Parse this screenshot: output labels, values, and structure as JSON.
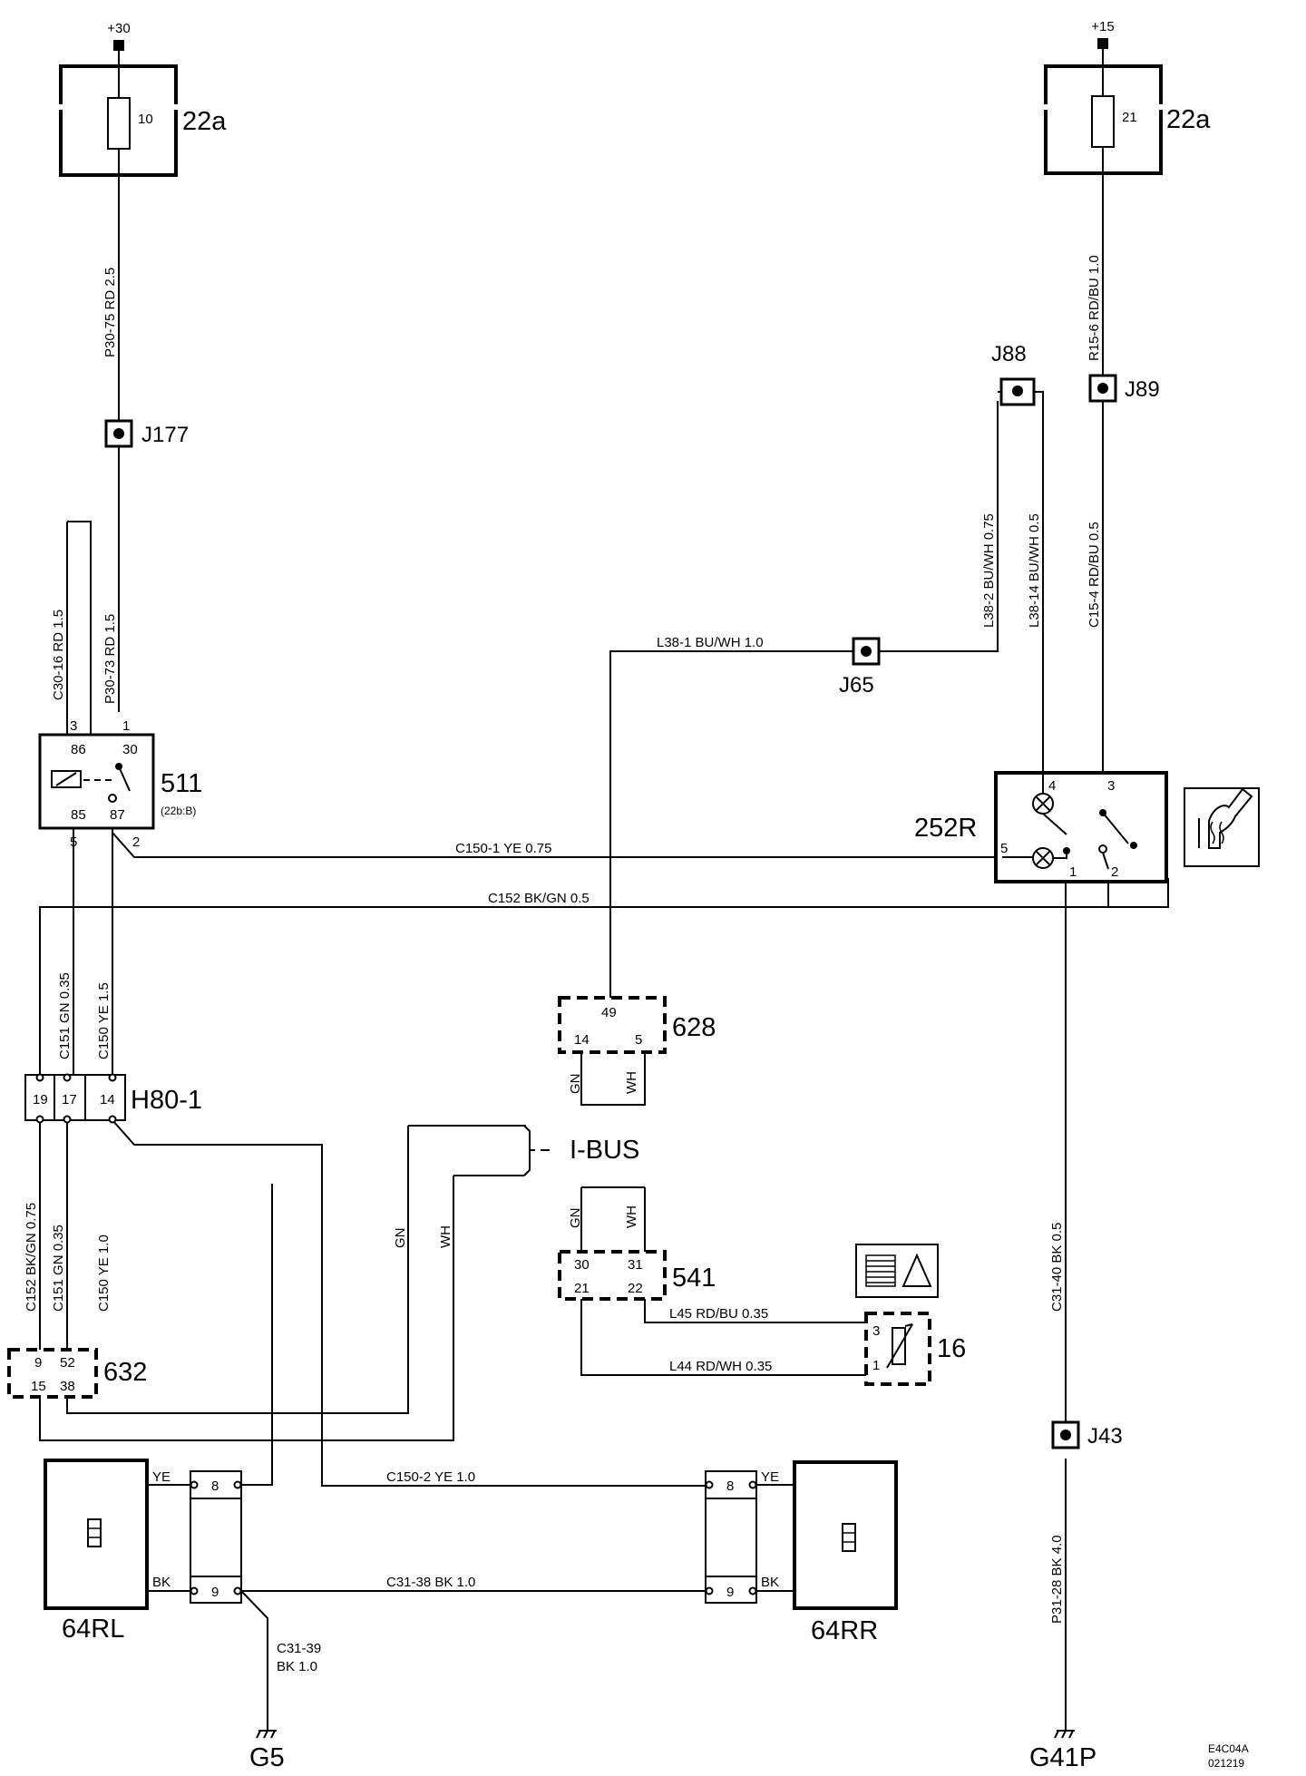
{
  "supplies": {
    "left": "+30",
    "right": "+15"
  },
  "fuses": {
    "left": {
      "number": "10",
      "label": "22a"
    },
    "right": {
      "number": "21",
      "label": "22a"
    }
  },
  "junctions": {
    "j177": "J177",
    "j88": "J88",
    "j89": "J89",
    "j65": "J65",
    "j43": "J43"
  },
  "relay": {
    "label": "511",
    "sublabel": "(22b:B)",
    "pins": {
      "p86": "86",
      "p30": "30",
      "p85": "85",
      "p87": "87",
      "c3": "3",
      "c1": "1",
      "c5": "5",
      "c2": "2"
    }
  },
  "switch": {
    "label": "252R",
    "pins": {
      "p4": "4",
      "p3": "3",
      "p5": "5",
      "p1": "1",
      "p2": "2"
    }
  },
  "connector_h80": {
    "label": "H80-1",
    "pins": [
      "19",
      "17",
      "14"
    ]
  },
  "module_628": {
    "label": "628",
    "pins": {
      "p49": "49",
      "p14": "14",
      "p5": "5"
    }
  },
  "module_541": {
    "label": "541",
    "pins": {
      "p30": "30",
      "p31": "31",
      "p21": "21",
      "p22": "22"
    }
  },
  "module_632": {
    "label": "632",
    "pins": {
      "p9": "9",
      "p52": "52",
      "p15": "15",
      "p38": "38"
    }
  },
  "sensor_16": {
    "label": "16",
    "pins": {
      "p3": "3",
      "p1": "1"
    }
  },
  "ibus": {
    "label": "I-BUS",
    "gn": "GN",
    "wh": "WH"
  },
  "heaters": {
    "rl": "64RL",
    "rr": "64RR",
    "pin8": "8",
    "pin9": "9",
    "ye": "YE",
    "bk": "BK"
  },
  "grounds": {
    "g5": "G5",
    "g41p": "G41P"
  },
  "wires": {
    "p30_75": "P30-75  RD  2.5",
    "r15_6": "R15-6  RD/BU  1.0",
    "c30_16": "C30-16  RD  1.5",
    "p30_73": "P30-73  RD  1.5",
    "l38_2": "L38-2  BU/WH  0.75",
    "l38_14": "L38-14  BU/WH  0.5",
    "c15_4": "C15-4  RD/BU  0.5",
    "l38_1": "L38-1   BU/WH   1.0",
    "c150_1": "C150-1  YE   0.75",
    "c152": "C152  BK/GN  0.5",
    "c151_upper": "C151  GN  0.35",
    "c150_upper": "C150  YE  1.5",
    "c152_lower": "C152  BK/GN  0.75",
    "c151_lower": "C151  GN  0.35",
    "c150_lower": "C150  YE  1.0",
    "l45": "L45   RD/BU   0.35",
    "l44": "L44   RD/WH   0.35",
    "c31_40": "C31-40  BK  0.5",
    "p31_28": "P31-28  BK  4.0",
    "c150_2": "C150-2   YE    1.0",
    "c31_38": "C31-38   BK    1.0",
    "c31_39_a": "C31-39",
    "c31_39_b": "BK  1.0"
  },
  "footer": {
    "code": "E4C04A",
    "date": "021219"
  }
}
